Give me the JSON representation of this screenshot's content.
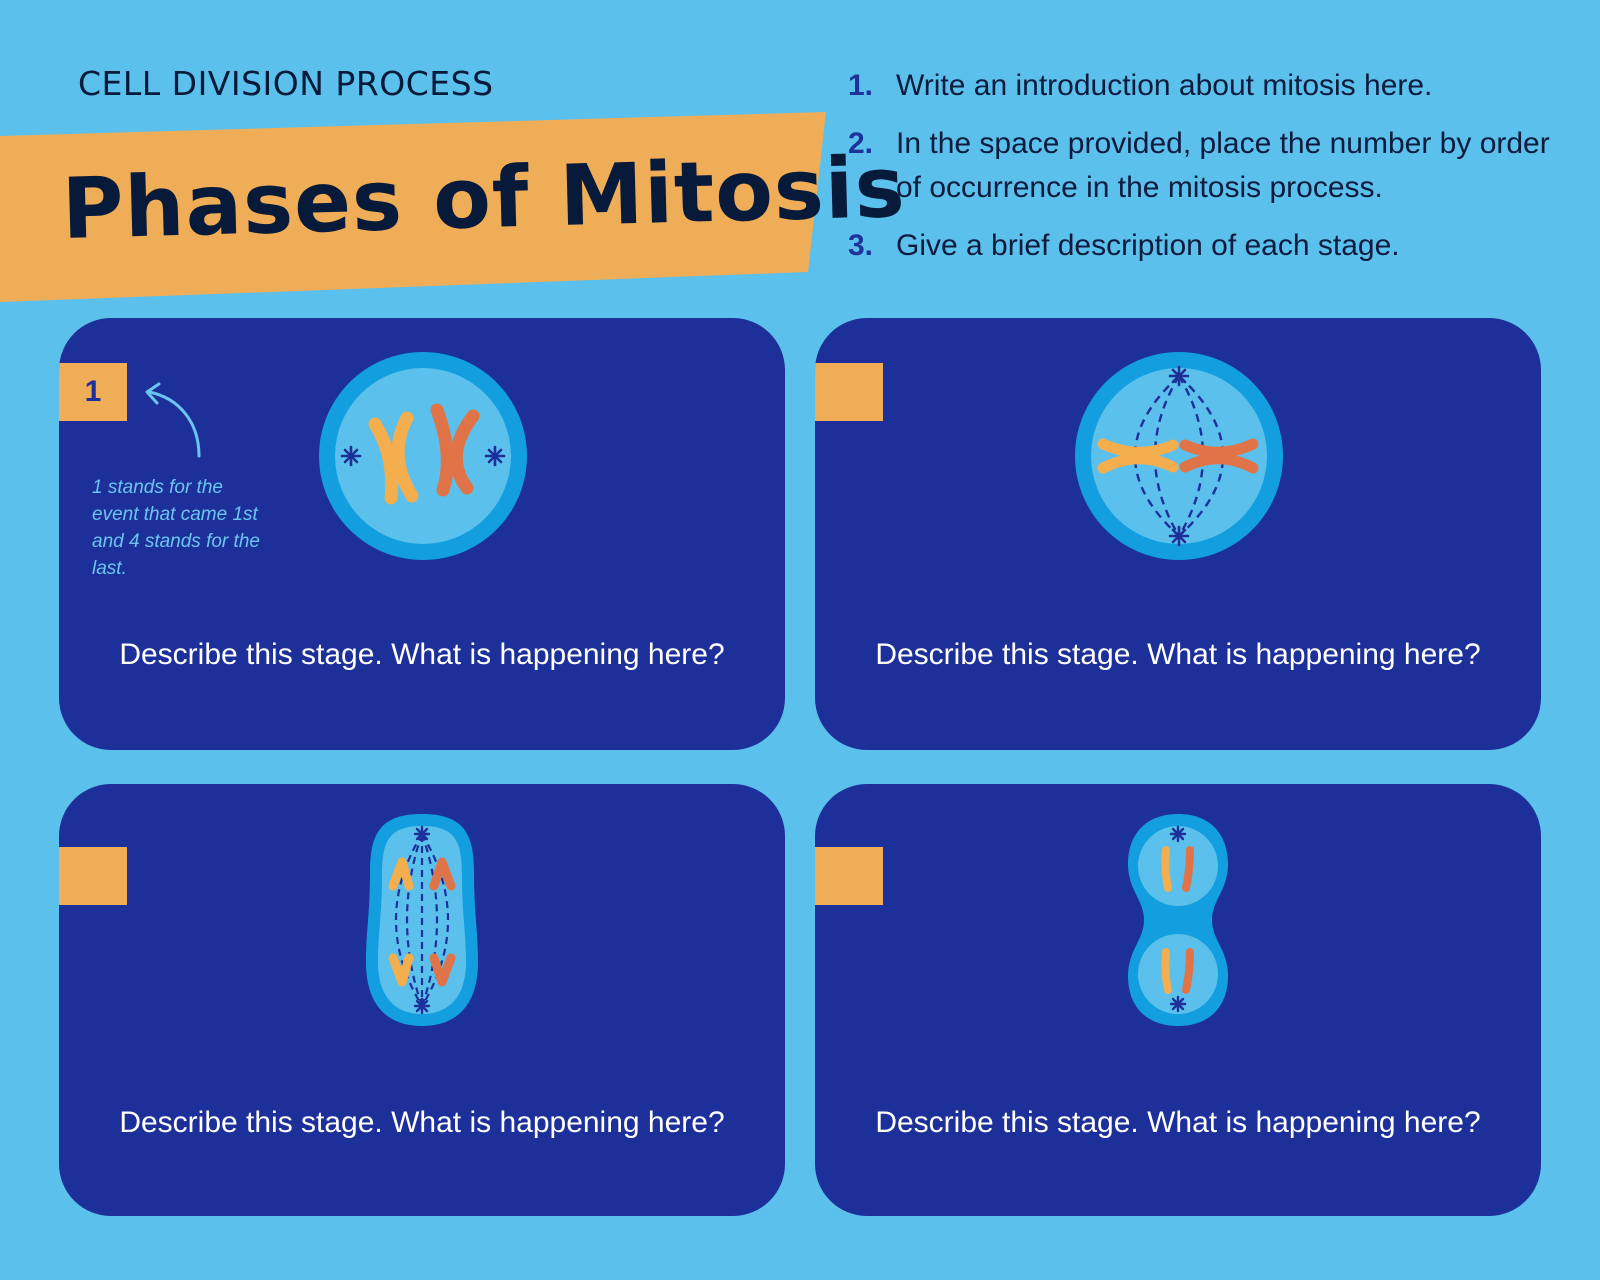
{
  "header": {
    "subtitle": "CELL DIVISION PROCESS",
    "title": "Phases of Mitosis"
  },
  "instructions": [
    {
      "number": "1.",
      "text": "Write an introduction about mitosis here."
    },
    {
      "number": "2.",
      "text": "In the space provided, place the number by order of occurrence in the mitosis process."
    },
    {
      "number": "3.",
      "text": "Give a brief description of each stage."
    }
  ],
  "cards": [
    {
      "number": "1",
      "note": "1 stands for the event that came 1st and 4 stands for the last.",
      "caption": "Describe this stage. What is happening here?",
      "icon": "prophase-cell-icon"
    },
    {
      "number": "",
      "caption": "Describe this stage. What is happening here?",
      "icon": "metaphase-cell-icon"
    },
    {
      "number": "",
      "caption": "Describe this stage. What is happening here?",
      "icon": "anaphase-cell-icon"
    },
    {
      "number": "",
      "caption": "Describe this stage. What is happening here?",
      "icon": "telophase-cell-icon"
    }
  ],
  "colors": {
    "background": "#5BC0EB",
    "card": "#1D309A",
    "banner": "#F0AD58",
    "chromosome_yellow": "#F4AE4E",
    "chromosome_orange": "#E07448",
    "note": "#6CC5F0"
  }
}
